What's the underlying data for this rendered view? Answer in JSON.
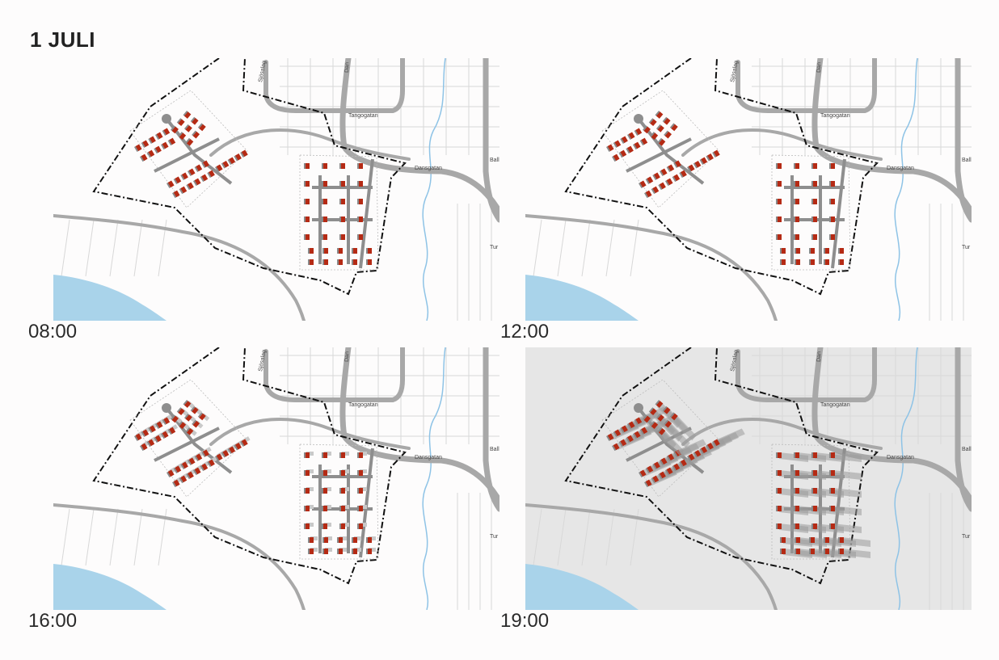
{
  "title": "1 JULI",
  "panels": [
    {
      "id": "p1",
      "time": "08:00",
      "shadow_level": "none"
    },
    {
      "id": "p2",
      "time": "12:00",
      "shadow_level": "none"
    },
    {
      "id": "p3",
      "time": "16:00",
      "shadow_level": "light"
    },
    {
      "id": "p4",
      "time": "19:00",
      "shadow_level": "heavy"
    }
  ],
  "street_labels": {
    "sjosalag": "Sjösalag",
    "dan": "Dan",
    "tangogatan": "Tangogatan",
    "dansgatan": "Dansgatan",
    "ball": "Ball",
    "tur": "Tur"
  },
  "colors": {
    "background": "#fdfcfc",
    "roof": "#b52a14",
    "wall": "#8a8a8a",
    "road": "#a8a8a8",
    "road_minor": "#d8d8d8",
    "water": "#a9d3ea",
    "stream": "#8ec3e6",
    "boundary": "#111111",
    "shadow_ground": "#d6d6d6"
  }
}
